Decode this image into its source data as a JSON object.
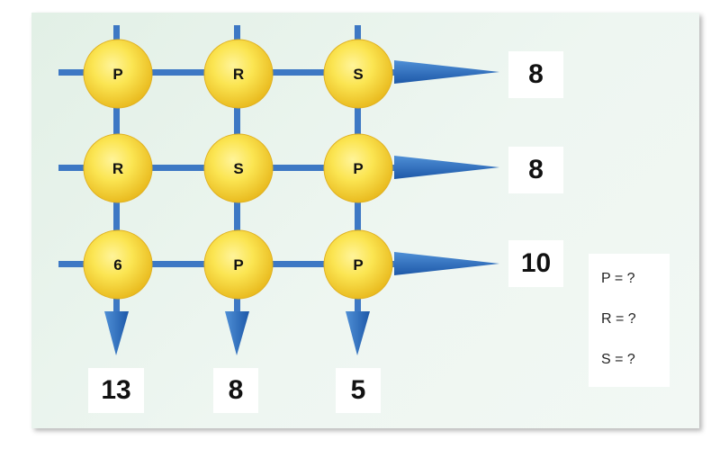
{
  "grid": [
    [
      "P",
      "R",
      "S"
    ],
    [
      "R",
      "S",
      "P"
    ],
    [
      "6",
      "P",
      "P"
    ]
  ],
  "row_sums": [
    "8",
    "8",
    "10"
  ],
  "column_sums": [
    "13",
    "8",
    "5"
  ],
  "legend": [
    "P = ?",
    "R = ?",
    "S = ?"
  ]
}
